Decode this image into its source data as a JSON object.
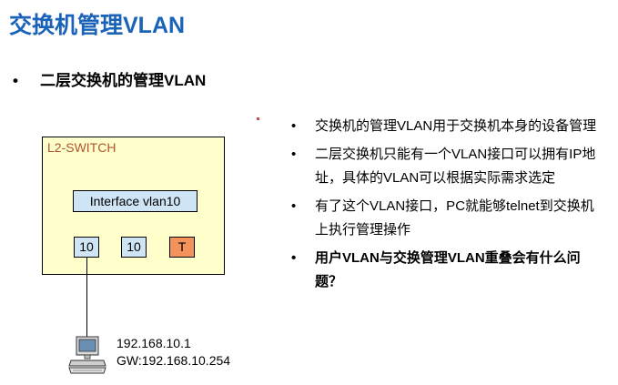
{
  "slide": {
    "title": "交换机管理VLAN",
    "subhead": "二层交换机的管理VLAN"
  },
  "diagram": {
    "switch_label": "L2-SWITCH",
    "interface_label": "Interface  vlan10",
    "ports": [
      {
        "label": "10",
        "kind": "access",
        "color": "#cfe4f5"
      },
      {
        "label": "10",
        "kind": "access",
        "color": "#cfe4f5"
      },
      {
        "label": "T",
        "kind": "trunk",
        "color": "#f4925b"
      }
    ],
    "pc": {
      "ip": "192.168.10.1",
      "gateway": "GW:192.168.10.254",
      "icon": "pc-icon"
    }
  },
  "bullets": [
    {
      "text": "交换机的管理VLAN用于交换机本身的设备管理",
      "bold": false
    },
    {
      "text": "二层交换机只能有一个VLAN接口可以拥有IP地址，具体的VLAN可以根据实际需求选定",
      "bold": false
    },
    {
      "text": "有了这个VLAN接口，PC就能够telnet到交换机上执行管理操作",
      "bold": false
    },
    {
      "text": "用户VLAN与交换管理VLAN重叠会有什么问题？",
      "bold": true
    }
  ],
  "colors": {
    "title": "#1a63b8",
    "switch_fill": "#ffffcc",
    "switch_label": "#b2532f",
    "interface_fill": "#cfe4f5"
  }
}
